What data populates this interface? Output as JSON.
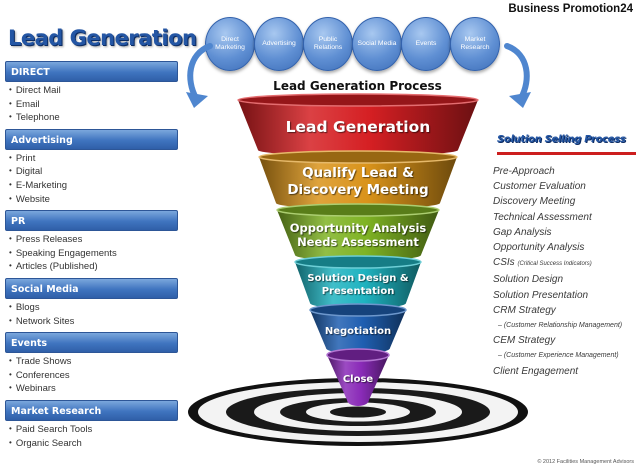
{
  "title": "Lead Generation",
  "brand": "Business Promotion24",
  "categories": [
    {
      "name": "DIRECT",
      "items": [
        "Direct Mail",
        "Email",
        "Telephone"
      ]
    },
    {
      "name": "Advertising",
      "items": [
        "Print",
        "Digital",
        "E-Marketing",
        "Website"
      ]
    },
    {
      "name": "PR",
      "items": [
        "Press Releases",
        "Speaking Engagements",
        "Articles (Published)"
      ]
    },
    {
      "name": "Social Media",
      "items": [
        "Blogs",
        "Network Sites"
      ]
    },
    {
      "name": "Events",
      "items": [
        "Trade Shows",
        "Conferences",
        "Webinars"
      ]
    },
    {
      "name": "Market Research",
      "items": [
        "Paid Search Tools",
        "Organic Search"
      ]
    }
  ],
  "bubbles": [
    "Direct Marketing",
    "Advertising",
    "Public Relations",
    "Social Media",
    "Events",
    "Market Research"
  ],
  "process_title": "Lead Generation Process",
  "funnel_stages": [
    {
      "label": "Lead Generation",
      "color": "#d51f23"
    },
    {
      "label": "Qualify Lead & Discovery Meeting",
      "color": "#d9931a"
    },
    {
      "label": "Opportunity Analysis Needs Assessment",
      "color": "#7fb324"
    },
    {
      "label": "Solution Design & Presentation",
      "color": "#1fb3c0"
    },
    {
      "label": "Negotiation",
      "color": "#1f5fb1"
    },
    {
      "label": "Close",
      "color": "#8a2bb8"
    }
  ],
  "solution_selling": {
    "title": "Solution Selling Process",
    "steps": [
      {
        "text": "Pre-Approach"
      },
      {
        "text": "Customer Evaluation"
      },
      {
        "text": "Discovery Meeting"
      },
      {
        "text": "Technical Assessment"
      },
      {
        "text": "Gap Analysis"
      },
      {
        "text": "Opportunity Analysis"
      },
      {
        "text": "CSIs",
        "note": "(Critical Success Indicators)"
      },
      {
        "text": "Solution Design"
      },
      {
        "text": "Solution Presentation"
      },
      {
        "text": "CRM Strategy"
      },
      {
        "text": "– (Customer Relationship Management)",
        "sub": true
      },
      {
        "text": "CEM Strategy"
      },
      {
        "text": "– (Customer Experience Management)",
        "sub": true
      },
      {
        "text": "Client Engagement"
      }
    ]
  },
  "copyright": "© 2012 Facilities Management Advisors"
}
